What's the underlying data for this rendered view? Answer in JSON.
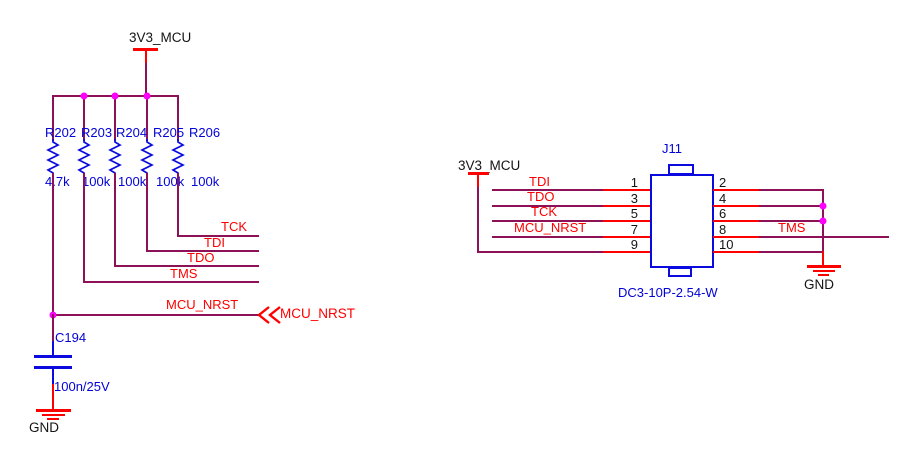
{
  "palette": {
    "wire": "#8C1156",
    "power_red": "#FF0000",
    "component_blue": "#0B0BE0",
    "text_blue": "#0202D8",
    "junction_magenta": "#FF00FF",
    "text_black": "#141414"
  },
  "left_circuit": {
    "power_label": "3V3_MCU",
    "resistors": [
      {
        "ref": "R202",
        "value": "4.7k"
      },
      {
        "ref": "R203",
        "value": "100k"
      },
      {
        "ref": "R204",
        "value": "100k"
      },
      {
        "ref": "R205",
        "value": "100k"
      },
      {
        "ref": "R206",
        "value": "100k"
      }
    ],
    "net_labels": {
      "tck": "TCK",
      "tdi": "TDI",
      "tdo": "TDO",
      "tms": "TMS",
      "mcu_nrst": "MCU_NRST"
    },
    "port_label": "MCU_NRST",
    "capacitor": {
      "ref": "C194",
      "value": "100n/25V"
    },
    "gnd_label": "GND"
  },
  "right_circuit": {
    "power_label": "3V3_MCU",
    "connector": {
      "ref": "J11",
      "part_number": "DC3-10P-2.54-W",
      "left_pins": [
        "1",
        "3",
        "5",
        "7",
        "9"
      ],
      "right_pins": [
        "2",
        "4",
        "6",
        "8",
        "10"
      ]
    },
    "net_labels": {
      "tdi": "TDI",
      "tdo": "TDO",
      "tck": "TCK",
      "mcu_nrst": "MCU_NRST",
      "tms": "TMS"
    },
    "gnd_label": "GND"
  }
}
